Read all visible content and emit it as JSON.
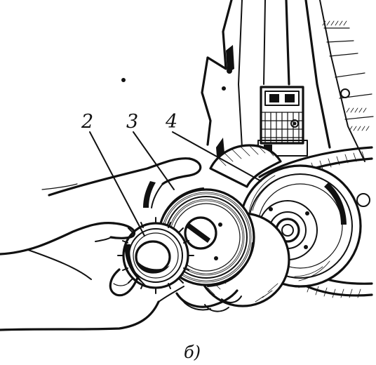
{
  "labels": {
    "part_2": "2",
    "part_3": "3",
    "part_4": "4",
    "caption": "б)"
  },
  "colors": {
    "ink": "#111111",
    "paper": "#ffffff"
  }
}
